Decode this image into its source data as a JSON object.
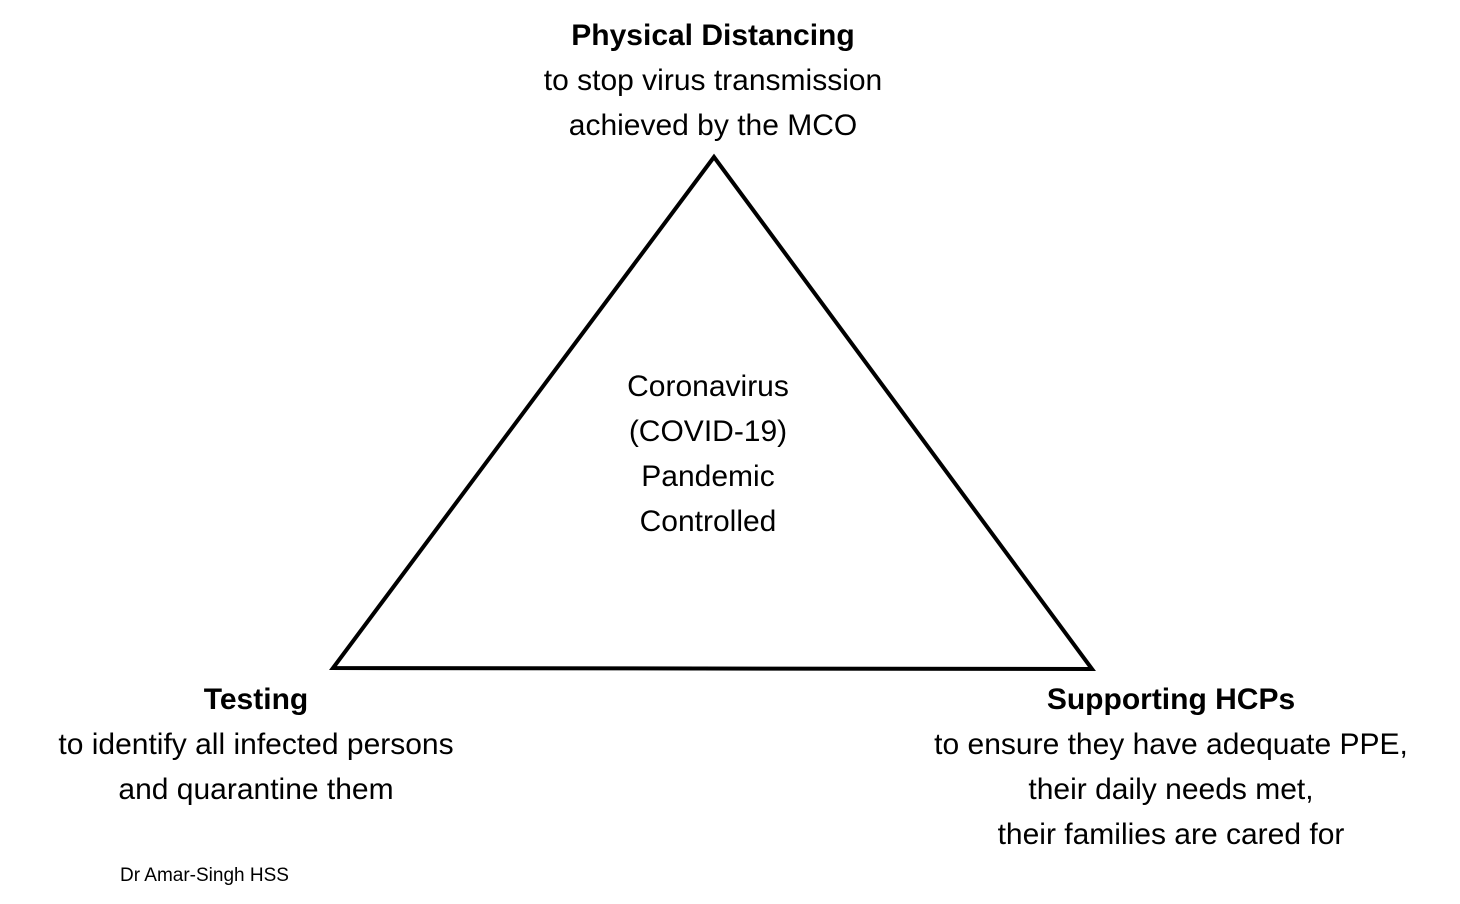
{
  "diagram": {
    "top_label": {
      "title": "Physical Distancing",
      "line1": "to stop virus transmission",
      "line2": "achieved by the MCO"
    },
    "center_label": {
      "line1": "Coronavirus",
      "line2": "(COVID-19)",
      "line3": "Pandemic",
      "line4": "Controlled"
    },
    "bottom_left_label": {
      "title": "Testing",
      "line1": "to identify all infected persons",
      "line2": "and quarantine them"
    },
    "bottom_right_label": {
      "title": "Supporting HCPs",
      "line1": "to ensure they have adequate PPE,",
      "line2": "their daily needs met,",
      "line3": "their families are cared for"
    },
    "attribution": "Dr Amar-Singh HSS",
    "colors": {
      "line": "#000000",
      "text": "#000000",
      "background": "#ffffff"
    }
  }
}
